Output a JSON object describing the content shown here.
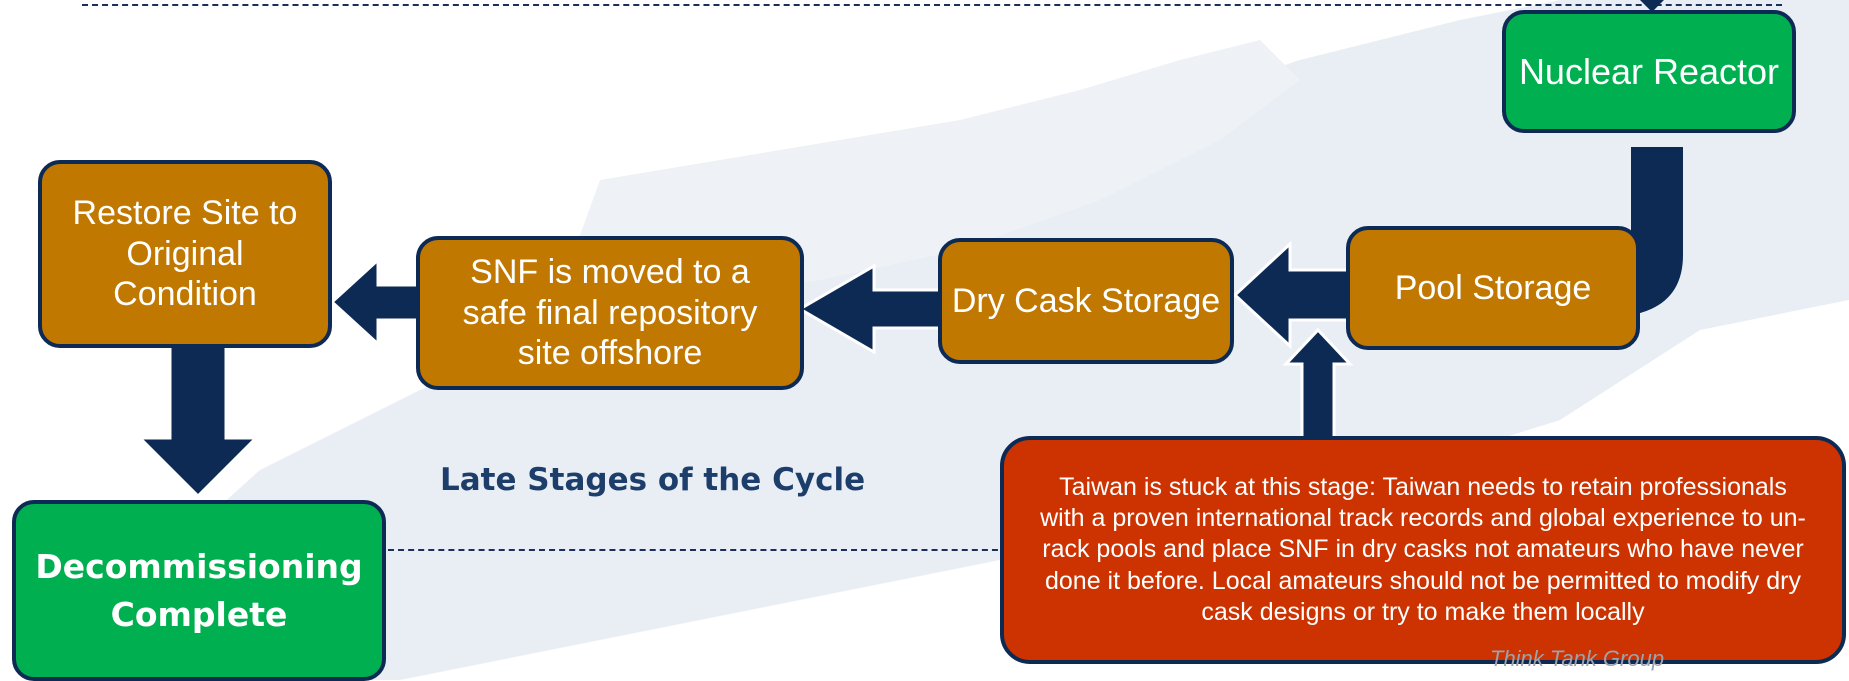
{
  "colors": {
    "navy": "#0d2a55",
    "orange": "#c07800",
    "green": "#00b050",
    "red": "#cc3300",
    "heading": "#1d3e6b"
  },
  "boxes": {
    "nuclear_reactor": "Nuclear Reactor",
    "pool_storage": "Pool Storage",
    "dry_cask_storage": "Dry Cask Storage",
    "snf_moved": "SNF is moved to a safe final repository site offshore",
    "restore_site": "Restore Site to Original Condition",
    "decommissioning": "Decommissioning Complete"
  },
  "callout": "Taiwan is stuck at this stage: Taiwan needs to retain professionals with a proven international track records and global experience to un-rack pools and place SNF in dry casks not amateurs who have never done it before. Local amateurs should not be permitted to modify dry cask designs or try to make them locally",
  "heading": "Late Stages of the Cycle",
  "logo_text": "Think Tank Group"
}
